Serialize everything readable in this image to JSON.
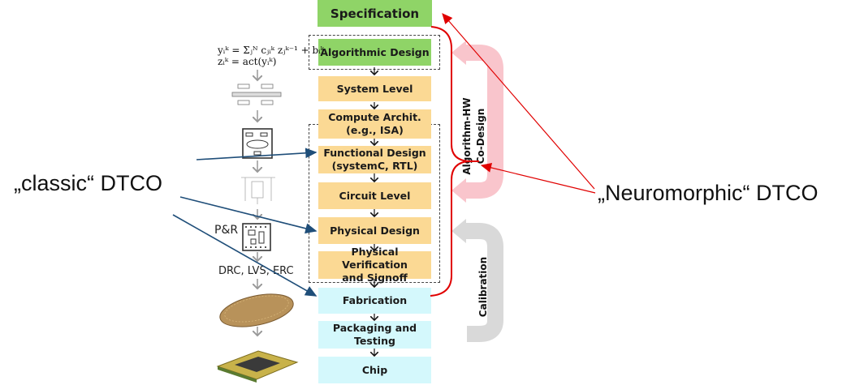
{
  "flow": {
    "specification": "Specification",
    "algorithmic_design": "Algorithmic Design",
    "system_level": "System Level",
    "compute_archit": "Compute Archit.\n(e.g., ISA)",
    "functional_design": "Functional Design\n(systemC, RTL)",
    "circuit_level": "Circuit Level",
    "physical_design": "Physical Design",
    "physical_verification": "Physical Verification\nand Signoff",
    "fabrication": "Fabrication",
    "packaging": "Packaging and\nTesting",
    "chip": "Chip"
  },
  "loops": {
    "codesign": "Algorithm-HW\nCo-Design",
    "calibration": "Calibration"
  },
  "labels": {
    "classic": "„classic“ DTCO",
    "neuromorphic": "„Neuromorphic“ DTCO",
    "pnr": "P&R",
    "drc": "DRC, LVS, ERC"
  },
  "equation": {
    "line1": "yᵢᵏ = Σⱼᴺ cⱼᵢᵏ zⱼᵏ⁻¹ + bᵢᵏ",
    "line2": "zᵢᵏ = act(yᵢᵏ)"
  },
  "colors": {
    "green": "#8fd467",
    "orange": "#fbd994",
    "cyan": "#d4f8fc",
    "red": "#e00000",
    "blue": "#1f4e79",
    "pink": "#f9c5cc",
    "gray": "#d9d9d9"
  }
}
